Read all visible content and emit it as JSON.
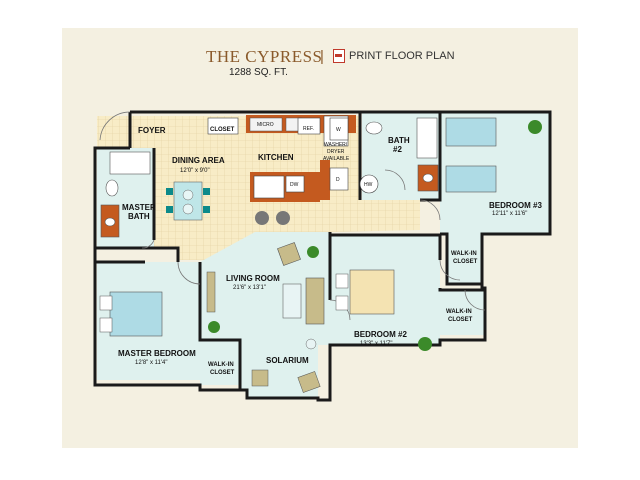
{
  "header": {
    "title": "THE CYPRESS",
    "separator": "|",
    "print_label": "PRINT FLOOR PLAN",
    "sqft": "1288 SQ. FT."
  },
  "plan": {
    "foyer": "FOYER",
    "closet": "CLOSET",
    "micro": "MICRO",
    "ref": "REF.",
    "dining_area": "DINING AREA",
    "dining_dim": "12'0\" x 9'0\"",
    "kitchen": "KITCHEN",
    "washer_dryer_1": "WASHER/",
    "washer_dryer_2": "DRYER",
    "washer_dryer_3": "AVAILABLE",
    "w": "W",
    "d": "D",
    "dw": "DW",
    "hw": "HW",
    "bath2_a": "BATH",
    "bath2_b": "#2",
    "master_bath_a": "MASTER",
    "master_bath_b": "BATH",
    "bedroom3": "BEDROOM #3",
    "bedroom3_dim": "12'11\" x 11'6\"",
    "walkin_a": "WALK-IN",
    "walkin_b": "CLOSET",
    "living_room": "LIVING ROOM",
    "living_dim": "21'6\" x 13'1\"",
    "bedroom2": "BEDROOM #2",
    "bedroom2_dim": "13'3\" x 11'7\"",
    "master_bedroom": "MASTER BEDROOM",
    "master_dim": "12'8\" x 11'4\"",
    "solarium": "SOLARIUM"
  },
  "colors": {
    "background": "#f4f0e1",
    "floor_tile": "#f8ecc6",
    "room_fill": "#dff1ee",
    "wall": "#1a1a1a",
    "title": "#8a5a2b",
    "bed": "#aedbe5",
    "sofa": "#c7bb8a",
    "counter": "#c45a1f"
  }
}
